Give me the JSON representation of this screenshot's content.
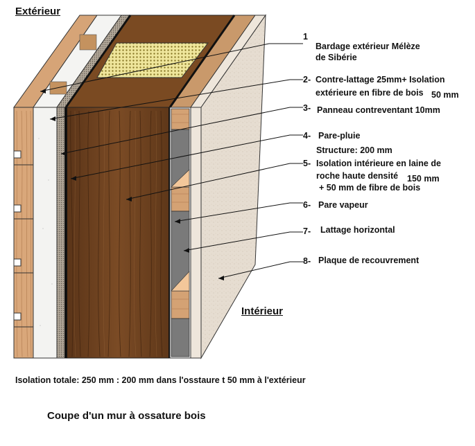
{
  "side_labels": {
    "exterior": "Extérieur",
    "interior": "Intérieur"
  },
  "callouts": [
    {
      "num": "1",
      "lines": [
        "Bardage extérieur     Mélèze",
        "de Sibérie"
      ]
    },
    {
      "num": "2-",
      "lines": [
        "Contre-lattage 25mm+ Isolation",
        "extérieure en fibre de bois"
      ],
      "extra": "50 mm"
    },
    {
      "num": "3-",
      "lines": [
        "Panneau contreventant 10mm"
      ]
    },
    {
      "num": "4-",
      "lines": [
        "Pare-pluie"
      ]
    },
    {
      "num": "",
      "lines": [
        "Structure: 200 mm"
      ]
    },
    {
      "num": "5-",
      "lines": [
        "Isolation intérieure en laine de",
        "roche haute densité"
      ],
      "extra": "150 mm",
      "extra2": "+ 50 mm de fibre de bois"
    },
    {
      "num": "6-",
      "lines": [
        "Pare vapeur"
      ]
    },
    {
      "num": "7-",
      "lines": [
        "Lattage horizontal"
      ]
    },
    {
      "num": "8-",
      "lines": [
        "Plaque de recouvrement"
      ]
    }
  ],
  "footer": "Isolation totale: 250 mm : 200 mm dans l'osstaure t 50 mm à l'extérieur",
  "caption": "Coupe d'un mur à ossature bois",
  "colors": {
    "larch": "#d9a77a",
    "grain": "#b07a4e",
    "insulation_white": "#f2f2f0",
    "fiber_board": "#a89a8a",
    "walnut": "#6b4120",
    "wool": "#e8df8f",
    "membrane": "#7a7a7a",
    "plasterboard": "#e6ddd1"
  }
}
